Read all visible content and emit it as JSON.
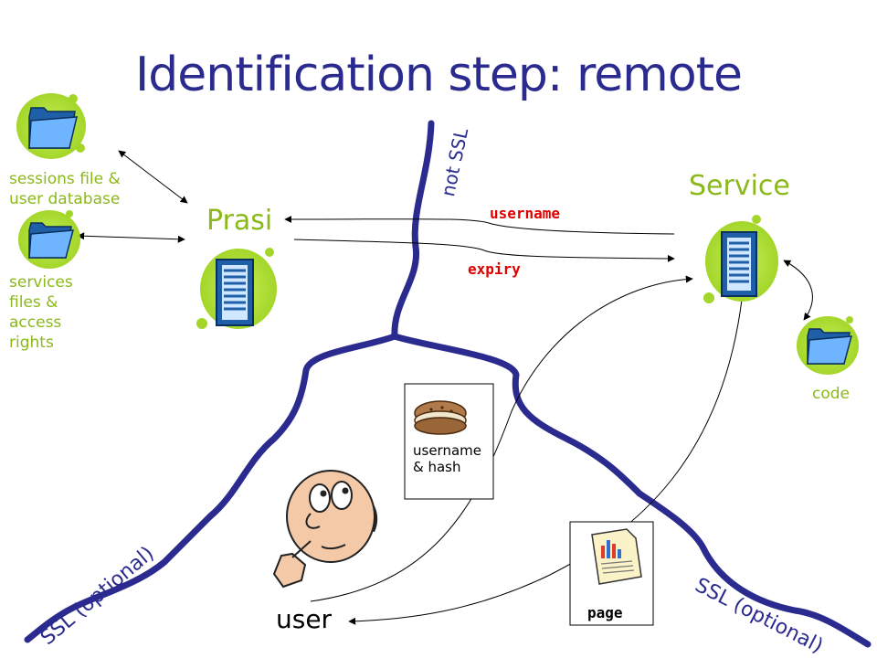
{
  "title": "Identification step: remote",
  "labels": {
    "sessions_file": "sessions file &\nuser database",
    "services_files": "services\nfiles &\naccess\nrights",
    "prasi": "Prasi",
    "service": "Service",
    "code": "code",
    "not_ssl": "not SSL",
    "username_arrow": "username",
    "expiry_arrow": "expiry",
    "cookie_caption": "username\n& hash",
    "page_caption": "page",
    "user": "user",
    "ssl_left": "SSL (optional)",
    "ssl_right": "SSL (optional)"
  },
  "colors": {
    "title": "#2b2b8f",
    "river": "#2b2b8f",
    "green": "#8bb81b",
    "red": "#e00000",
    "folder": "#4a8fd8",
    "server": "#4a8fd8"
  },
  "icons": {
    "folder": "folder-icon",
    "server": "server-icon",
    "cookie": "cookie-icon",
    "page": "page-document-icon",
    "user": "thinking-user-icon"
  }
}
